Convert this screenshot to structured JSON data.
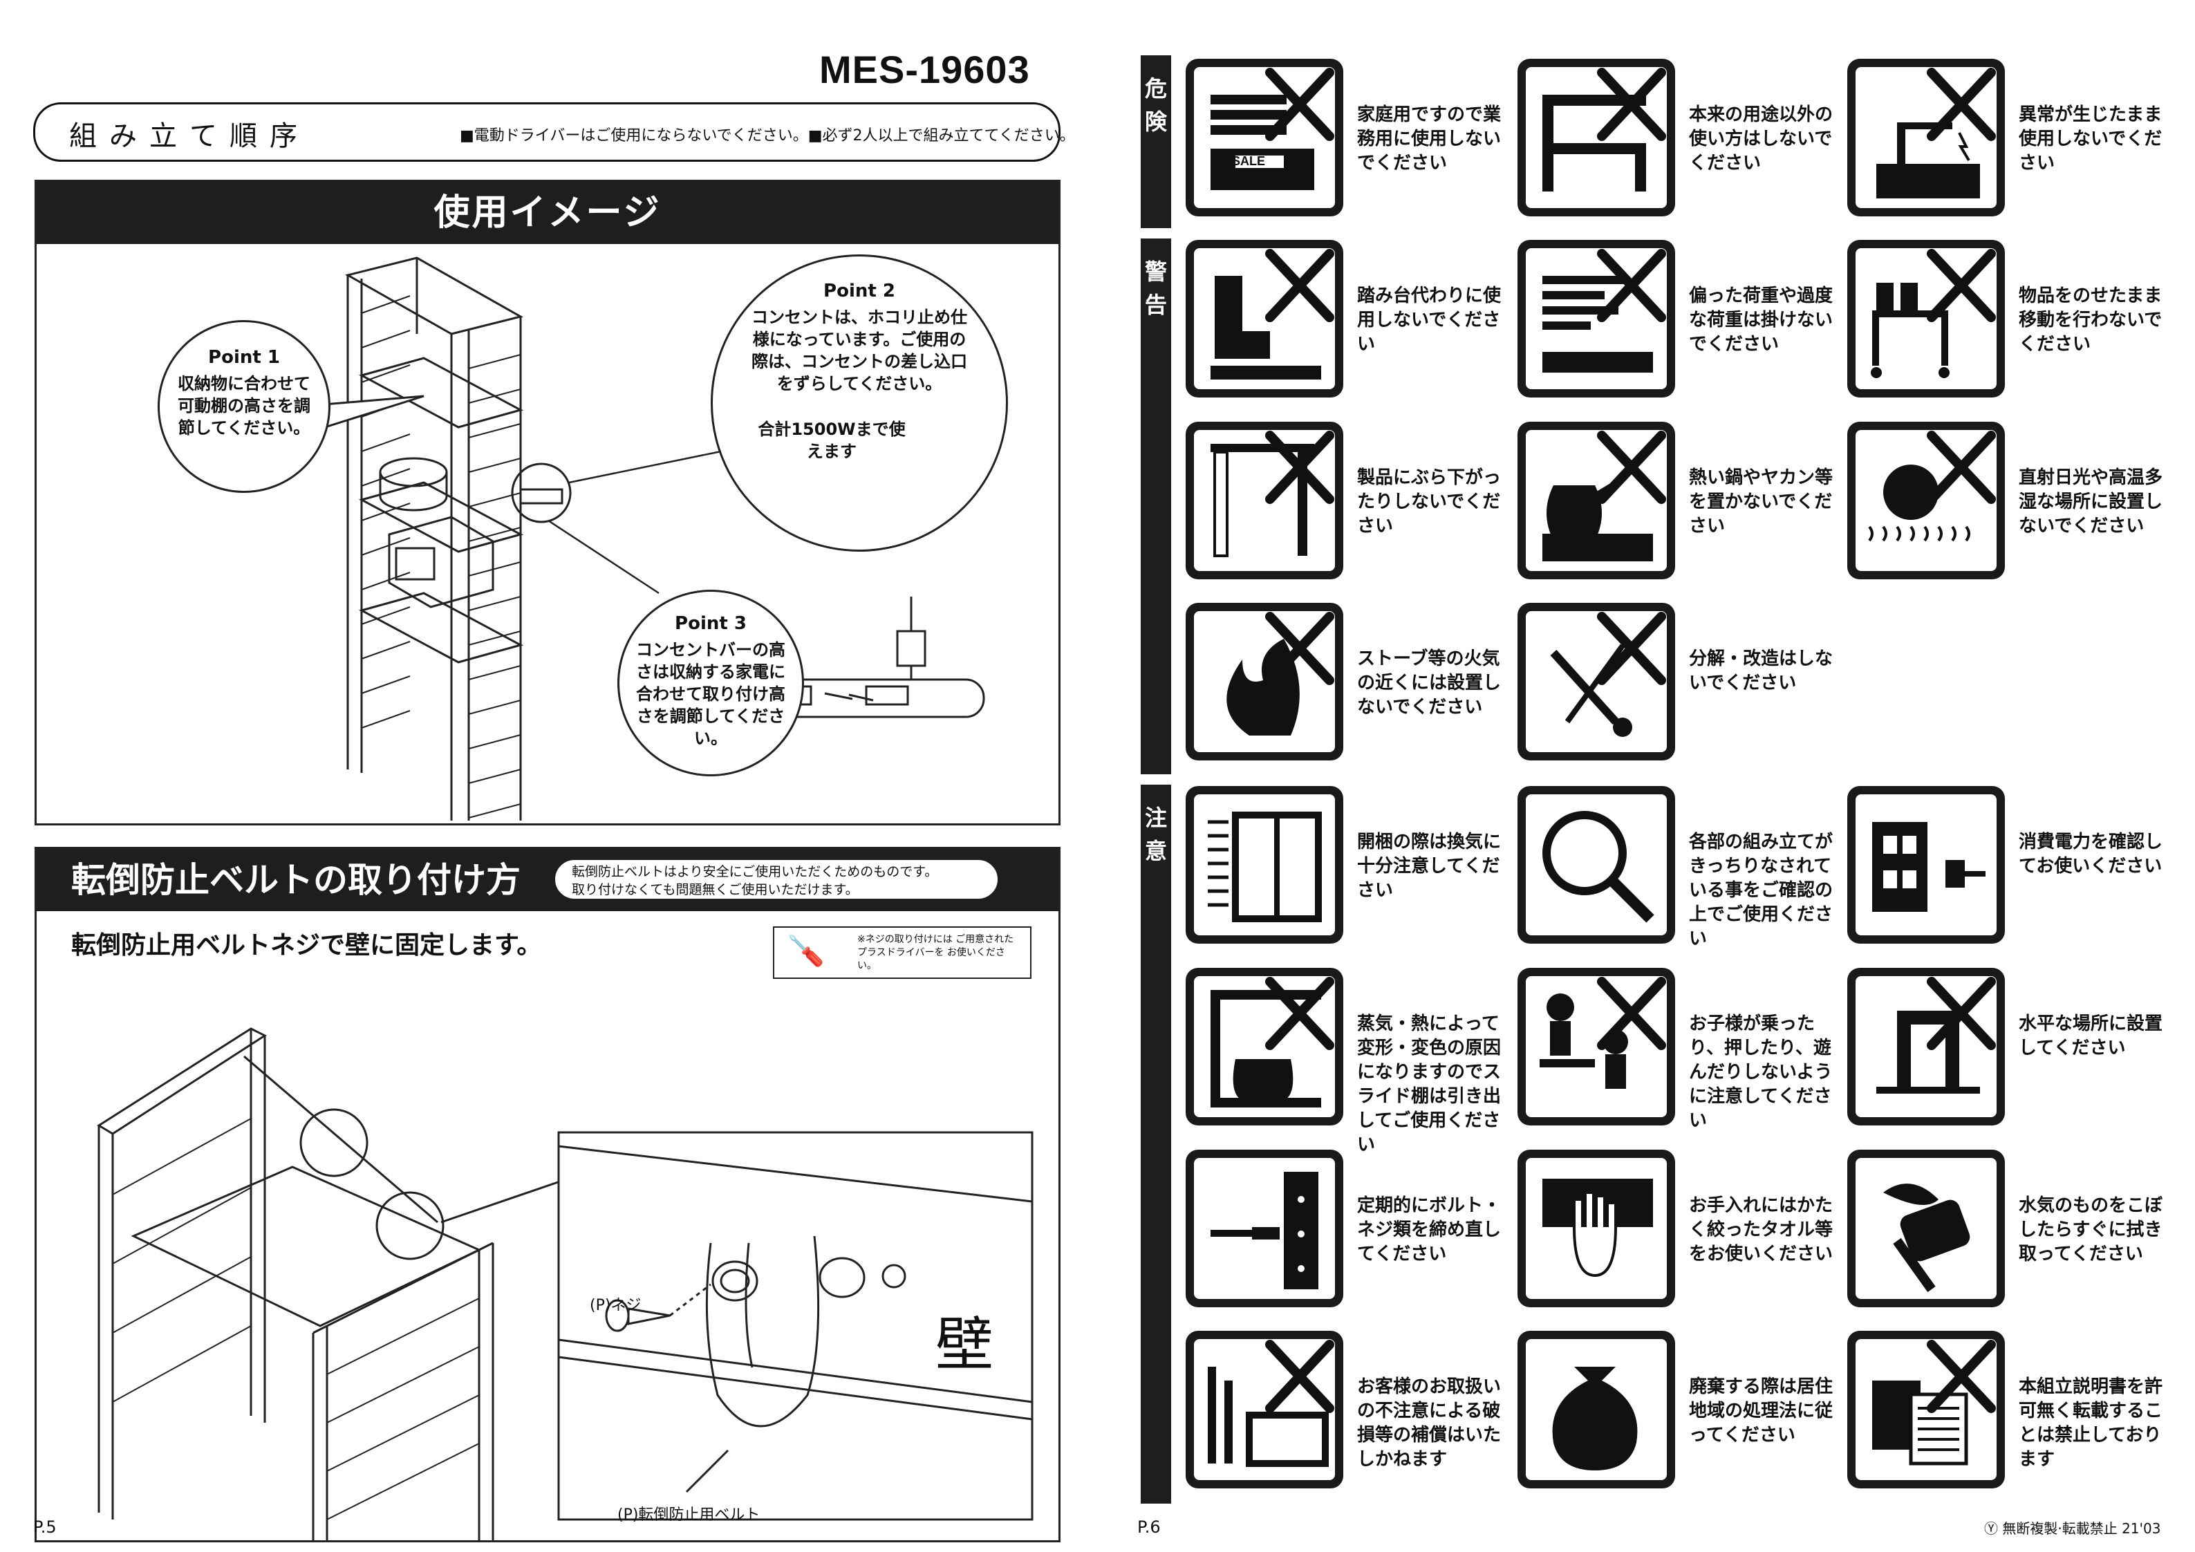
{
  "left_page": {
    "model_number": "MES-19603",
    "assembly_order": {
      "title": "組み立て順序",
      "note": "■電動ドライバーはご使用にならないでください。■必ず2人以上で組み立ててください。"
    },
    "usage_image": {
      "heading": "使用イメージ",
      "point1": {
        "label": "Point 1",
        "text": "収納物に合わせて可動棚の高さを調節してください。"
      },
      "point2": {
        "label": "Point 2",
        "text": "コンセントは、ホコリ止め仕様になっています。ご使用の際は、コンセントの差し込口をずらしてください。",
        "power_note": "合計1500Wまで使えます"
      },
      "point3": {
        "label": "Point 3",
        "text": "コンセントバーの高さは収納する家電に合わせて取り付け高さを調節してください。"
      }
    },
    "belt_section": {
      "heading": "転倒防止ベルトの取り付け方",
      "heading_note_line1": "転倒防止ベルトはより安全にご使用いただくためのものです。",
      "heading_note_line2": "取り付けなくても問題無くご使用いただけます。",
      "subheading": "転倒防止用ベルトネジで壁に固定します。",
      "screwdriver_note": "※ネジの取り付けには ご用意されたプラスドライバーを お使いください。",
      "screw_label": "(P)ネジ",
      "wall_label": "壁",
      "belt_label": "(P)転倒防止用ベルト"
    },
    "page_number": "P.5"
  },
  "right_page": {
    "severity_levels": [
      {
        "label": "危険",
        "chars": [
          "危",
          "険"
        ]
      },
      {
        "label": "警告",
        "chars": [
          "警",
          "告"
        ]
      },
      {
        "label": "注意",
        "chars": [
          "注",
          "意"
        ]
      }
    ],
    "warnings": [
      {
        "icon": "sale-shelf-prohibited-icon",
        "text": "家庭用ですので業務用に使用しないでください",
        "sale_label": "SALE"
      },
      {
        "icon": "misuse-prohibited-icon",
        "text": "本来の用途以外の使い方はしないでください"
      },
      {
        "icon": "malfunction-prohibited-icon",
        "text": "異常が生じたまま使用しないでください"
      },
      {
        "icon": "step-stool-prohibited-icon",
        "text": "踏み台代わりに使用しないでください"
      },
      {
        "icon": "uneven-load-prohibited-icon",
        "text": "偏った荷重や過度な荷重は掛けないでください"
      },
      {
        "icon": "moving-loaded-prohibited-icon",
        "text": "物品をのせたまま移動を行わないでください"
      },
      {
        "icon": "hanging-prohibited-icon",
        "text": "製品にぶら下がったりしないでください"
      },
      {
        "icon": "hot-kettle-prohibited-icon",
        "text": "熱い鍋やヤカン等を置かないでください"
      },
      {
        "icon": "sunlight-humidity-prohibited-icon",
        "text": "直射日光や高温多湿な場所に設置しないでください"
      },
      {
        "icon": "fire-prohibited-icon",
        "text": "ストーブ等の火気の近くには設置しないでください"
      },
      {
        "icon": "modification-prohibited-icon",
        "text": "分解・改造はしないでください"
      },
      {
        "icon": "ventilation-icon",
        "text": "開梱の際は換気に十分注意してください"
      },
      {
        "icon": "inspection-magnifier-icon",
        "text": "各部の組み立てがきっちりなされている事をご確認の上でご使用ください"
      },
      {
        "icon": "power-outlet-icon",
        "text": "消費電力を確認してお使いください"
      },
      {
        "icon": "steam-heat-prohibited-icon",
        "text": "蒸気・熱によって変形・変色の原因になりますのでスライド棚は引き出してご使用ください"
      },
      {
        "icon": "children-prohibited-icon",
        "text": "お子様が乗ったり、押したり、遊んだりしないように注意してください"
      },
      {
        "icon": "level-surface-icon",
        "text": "水平な場所に設置してください"
      },
      {
        "icon": "screwdriver-tighten-icon",
        "text": "定期的にボルト・ネジ類を締め直してください"
      },
      {
        "icon": "wrung-towel-icon",
        "text": "お手入れにはかたく絞ったタオル等をお使いください"
      },
      {
        "icon": "wipe-water-icon",
        "text": "水気のものをこぼしたらすぐに拭き取ってください"
      },
      {
        "icon": "damage-disclaimer-icon",
        "text": "お客様のお取扱いの不注意による破損等の補償はいたしかねます"
      },
      {
        "icon": "disposal-bag-icon",
        "text": "廃棄する際は居住地域の処理法に従ってください"
      },
      {
        "icon": "copy-prohibited-icon",
        "text": "本組立説明書を許可無く転載することは禁止しております"
      }
    ],
    "page_number": "P.6",
    "footer": "Ⓨ 無断複製·転載禁止 21'03"
  }
}
